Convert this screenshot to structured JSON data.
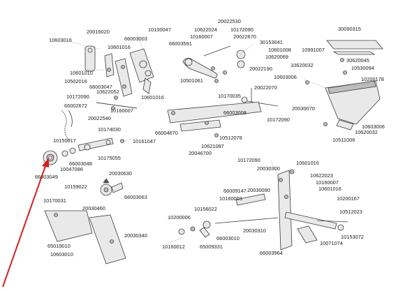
{
  "diagram": {
    "colors": {
      "line": "#3c3c3c",
      "fill": "#e9e9e9",
      "arrow": "#d42020"
    },
    "labels": [
      "10603016",
      "20016020",
      "66003003",
      "10100047",
      "10601016",
      "20022530",
      "10622024",
      "10172090",
      "10160007",
      "66003591",
      "20022670",
      "30153041",
      "10601008",
      "10620069",
      "20022190",
      "30090315",
      "10991007",
      "30620045",
      "10530094",
      "10620032",
      "10200178",
      "10601010",
      "10502016",
      "66003047",
      "10622052",
      "10501061",
      "10603006",
      "10172090",
      "66002672",
      "10601016",
      "20022070",
      "10170035",
      "10160007",
      "20022540",
      "20030070",
      "66003008",
      "10172090",
      "10174030",
      "10603006",
      "10620032",
      "10511006",
      "66004670",
      "10512078",
      "10150017",
      "10161047",
      "10621087",
      "20046700",
      "10175055",
      "66003048",
      "10047086",
      "20030630",
      "66003049",
      "10159022",
      "66003063",
      "10172090",
      "20030300",
      "10601016",
      "10622023",
      "10160007",
      "10601016",
      "66009147",
      "20030090",
      "10160003",
      "10200167",
      "10170031",
      "20030460",
      "10156022",
      "10512023",
      "10200006",
      "66003010",
      "20030310",
      "10153072",
      "20030340",
      "65019010",
      "10160012",
      "65009331",
      "10071074",
      "10603010",
      "66003964"
    ]
  }
}
